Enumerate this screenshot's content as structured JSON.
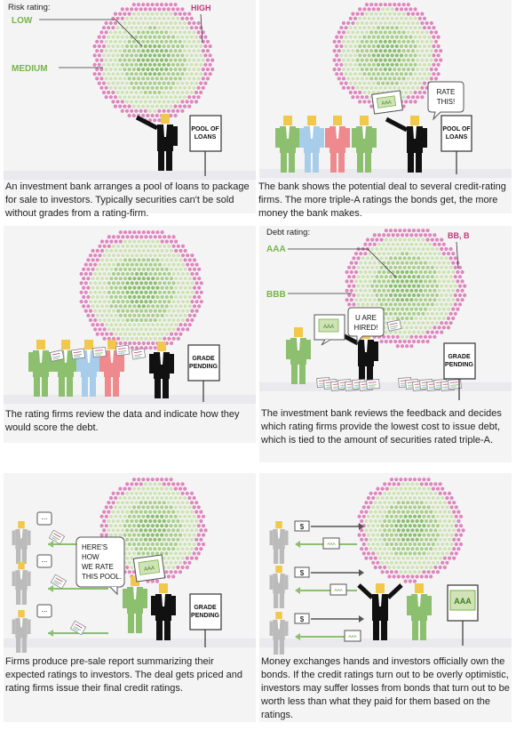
{
  "panels": [
    {
      "risk_title": "Risk rating:",
      "low": "LOW",
      "high": "HIGH",
      "medium": "MEDIUM",
      "sign": [
        "POOL OF",
        "LOANS"
      ],
      "caption": "An investment bank arranges a pool of loans to package for sale to investors. Typically securities can't be sold without grades from a rating-firm."
    },
    {
      "bubble": [
        "RATE",
        "THIS!"
      ],
      "card": "AAA",
      "sign": [
        "POOL OF",
        "LOANS"
      ],
      "caption": "The bank shows the potential deal to several credit-rating firms. The more triple-A ratings the bonds get, the more money the bank makes."
    },
    {
      "sign": [
        "GRADE",
        "PENDING"
      ],
      "caption": "The rating firms review the data and indicate how they would score the debt."
    },
    {
      "debt_title": "Debt rating:",
      "aaa": "AAA",
      "bbb": "BBB",
      "bbb_high": "BB, B",
      "bubble": [
        "U ARE",
        "HIRED!"
      ],
      "card": "AAA",
      "sign": [
        "GRADE",
        "PENDING"
      ],
      "caption": "The investment bank reviews the feedback and decides which rating firms provide the lowest cost to issue debt, which is tied to the amount of securities rated triple-A."
    },
    {
      "bubble": [
        "HERE'S",
        "HOW",
        "WE RATE",
        "THIS POOL."
      ],
      "card": "AAA",
      "dots": "...",
      "sign": [
        "GRADE",
        "PENDING"
      ],
      "caption": "Firms produce pre-sale report summarizing their expected ratings to investors. The deal gets priced and rating firms issue their final credit ratings."
    },
    {
      "dollar": "$",
      "mini": "AAA",
      "card": "AAA",
      "caption": "Money exchanges hands and investors officially own the bonds. If the credit ratings turn out to be overly optimistic, investors may suffer losses from bonds that turn out to be worth less than what they paid for them based on the ratings."
    }
  ],
  "colors": {
    "low_green": "#78b34a",
    "high_pink": "#c2367a",
    "dot_pink": "#de86bd",
    "dot_green_light": "#cfe3b6",
    "dot_green_mid": "#a9cf8a",
    "dot_green_dark": "#8cbf6e",
    "panel_bg": "#f4f4f4"
  }
}
